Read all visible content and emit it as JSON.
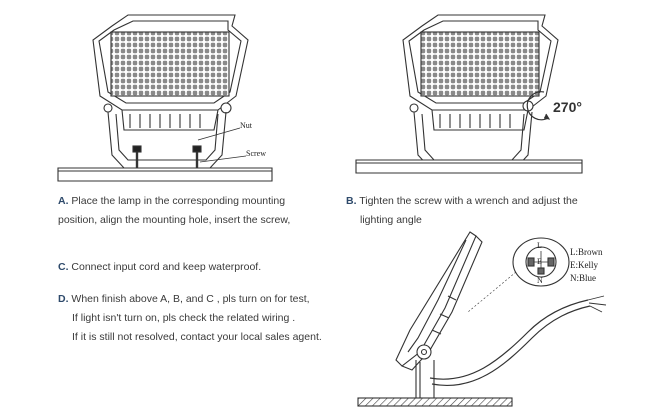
{
  "figure_a": {
    "nut_label": "Nut",
    "screw_label": "Screw"
  },
  "figure_b": {
    "angle_label": "270°"
  },
  "figure_cd": {
    "pin_l": "L",
    "pin_e": "E",
    "pin_n": "N",
    "wires": [
      "L:Brown",
      "E:Kelly",
      "N:Blue"
    ]
  },
  "steps": {
    "a": {
      "letter": "A.",
      "line1": "Place the lamp in the corresponding mounting",
      "line2": "position, align the mounting hole, insert the screw,"
    },
    "b": {
      "letter": "B.",
      "line1": "Tighten the screw with a wrench and adjust the",
      "line2": "lighting angle"
    },
    "c": {
      "letter": "C.",
      "line1": "Connect input cord and keep waterproof."
    },
    "d": {
      "letter": "D.",
      "line1": "When finish above A, B, and C , pls turn on for test,",
      "line2": "If light isn't turn on, pls check the related wiring .",
      "line3": "If it is still not resolved, contact your local sales agent."
    }
  }
}
